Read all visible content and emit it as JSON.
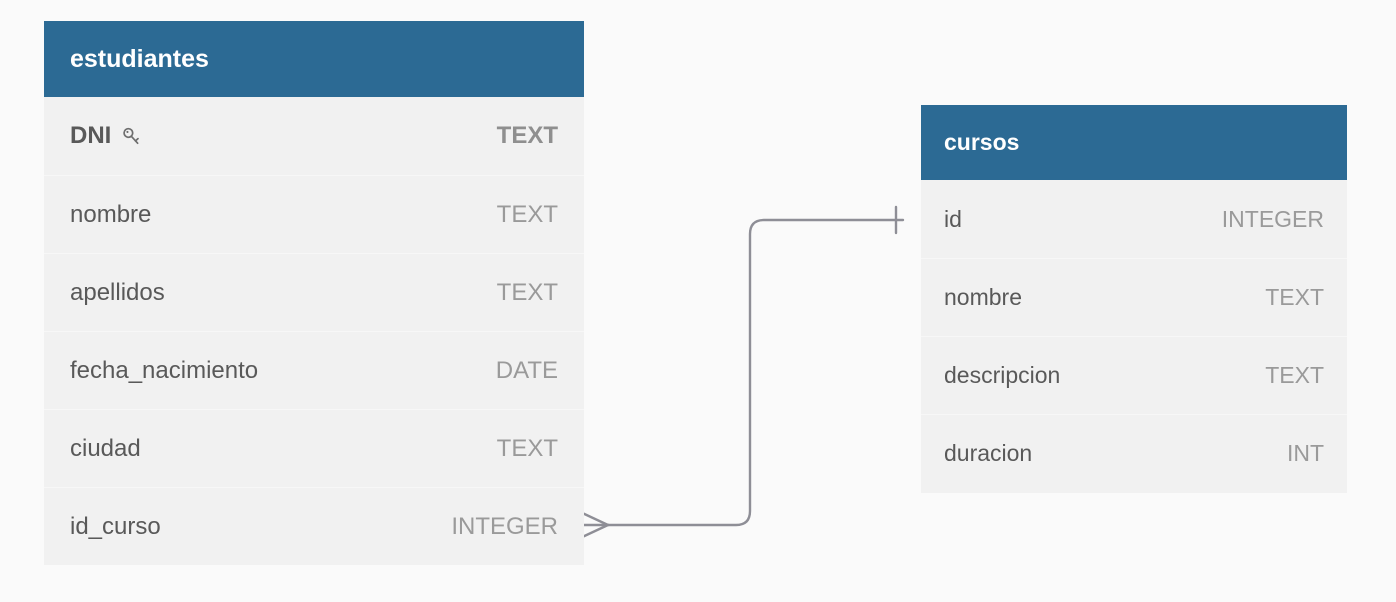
{
  "diagram": {
    "type": "entity-relationship-diagram",
    "notation": "crows-foot",
    "background_color": "#fafafa",
    "header_color": "#2c6a94",
    "row_color": "#f1f1f1",
    "line_color": "#8e8e96",
    "name_text_color": "#595959",
    "type_text_color": "#9a9a9a"
  },
  "entities": [
    {
      "id": "estudiantes",
      "title": "estudiantes",
      "fields": [
        {
          "name": "DNI",
          "type": "TEXT",
          "primary_key": true,
          "icon": "key-icon"
        },
        {
          "name": "nombre",
          "type": "TEXT",
          "primary_key": false,
          "icon": null
        },
        {
          "name": "apellidos",
          "type": "TEXT",
          "primary_key": false,
          "icon": null
        },
        {
          "name": "fecha_nacimiento",
          "type": "DATE",
          "primary_key": false,
          "icon": null
        },
        {
          "name": "ciudad",
          "type": "TEXT",
          "primary_key": false,
          "icon": null
        },
        {
          "name": "id_curso",
          "type": "INTEGER",
          "primary_key": false,
          "icon": null
        }
      ]
    },
    {
      "id": "cursos",
      "title": "cursos",
      "fields": [
        {
          "name": "id",
          "type": "INTEGER",
          "primary_key": false,
          "icon": null
        },
        {
          "name": "nombre",
          "type": "TEXT",
          "primary_key": false,
          "icon": null
        },
        {
          "name": "descripcion",
          "type": "TEXT",
          "primary_key": false,
          "icon": null
        },
        {
          "name": "duracion",
          "type": "INT",
          "primary_key": false,
          "icon": null
        }
      ]
    }
  ],
  "relationships": [
    {
      "id": "estudiantes-id_curso-to-cursos-id",
      "from_entity": "estudiantes",
      "from_field": "id_curso",
      "from_cardinality": "many",
      "from_marker": "crows-foot",
      "to_entity": "cursos",
      "to_field": "id",
      "to_cardinality": "one",
      "to_marker": "single-tick"
    }
  ]
}
